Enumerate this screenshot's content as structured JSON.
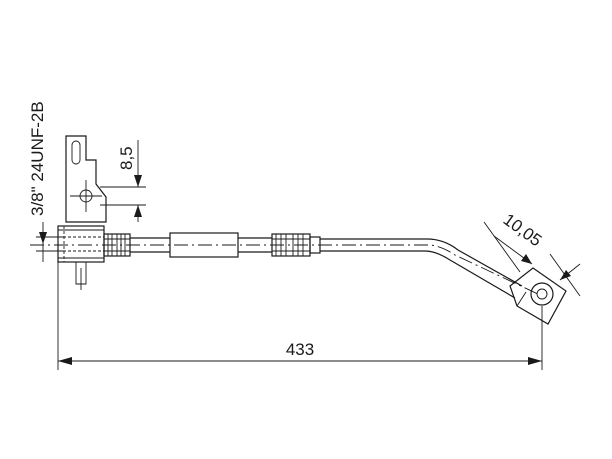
{
  "drawing": {
    "thread_label": "3/8\" 24UNF-2B",
    "hole_dim_label": "8,5",
    "end_dim_label": "10,05",
    "length_label": "433"
  }
}
